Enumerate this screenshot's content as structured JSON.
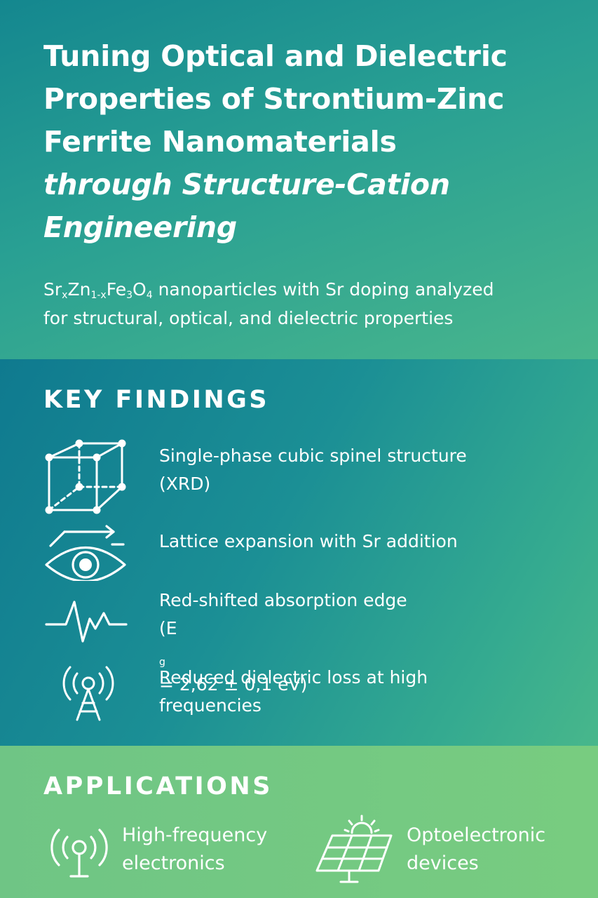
{
  "header": {
    "title_lines": [
      "Tuning Optical and Dielectric",
      "Properties of Strontium-Zinc",
      "Ferrite Nanomaterials",
      "through Structure-Cation",
      "Engineering"
    ],
    "subtitle": {
      "formula": {
        "sr": "Sr",
        "x1": "x",
        "zn": "Zn",
        "x2": "1-x",
        "fe": "Fe",
        "n3": "3",
        "o": "O",
        "n4": "4"
      },
      "line1_rest": " nanoparticles with Sr doping analyzed",
      "line2": "for structural, optical, and dielectric properties"
    }
  },
  "key_findings": {
    "heading": "KEY FINDINGS",
    "items": [
      {
        "icon": "cube-icon",
        "lines": [
          "Single-phase cubic spinel structure",
          "(XRD)"
        ]
      },
      {
        "icon": "eye-arrow-icon",
        "lines": [
          "Lattice expansion with Sr addition"
        ]
      },
      {
        "icon": "waveform-icon",
        "line1": "Red-shifted absorption edge",
        "eg_prefix": "(E",
        "eg_sub": "g",
        "eg_rest": " = 2,62 ± 0,1 eV)"
      },
      {
        "icon": "antenna-tower-icon",
        "lines": [
          "Reduced dielectric loss at high",
          "frequencies"
        ]
      }
    ]
  },
  "applications": {
    "heading": "APPLICATIONS",
    "items": [
      {
        "icon": "antenna-icon",
        "lines": [
          "High-frequency",
          "electronics"
        ]
      },
      {
        "icon": "solar-panel-icon",
        "lines": [
          "Optoelectronic",
          "devices"
        ]
      }
    ]
  }
}
